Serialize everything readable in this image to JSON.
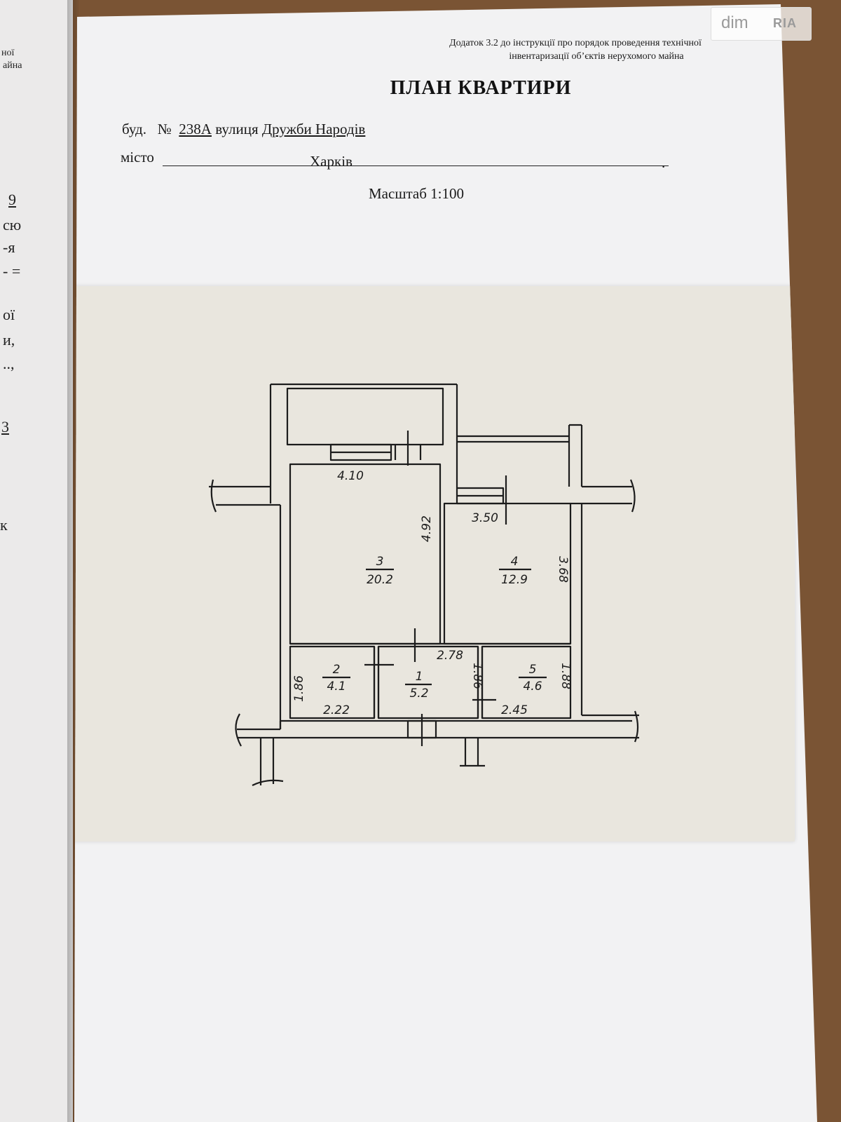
{
  "watermark": {
    "dim": "dim",
    "ria": "RIA"
  },
  "left_page": {
    "fragments": [
      "ної",
      "айна",
      "9",
      "сю",
      "-я",
      "- =",
      "ої",
      "и,",
      "..,",
      "3",
      "к"
    ]
  },
  "document": {
    "annex_line1": "Додаток 3.2 до інструкції про порядок проведення технічної",
    "annex_line2": "інвентаризації об’єктів нерухомого майна",
    "title": "ПЛАН КВАРТИРИ",
    "building_label": "буд.",
    "number_sign": "№",
    "building_number": "238А",
    "street_label": "вулиця",
    "street_name": "Дружби Народів",
    "city_label": "місто",
    "city_name": "Харків",
    "city_end": ".",
    "scale": "Масштаб 1:100"
  },
  "floor_plan": {
    "rooms": [
      {
        "number": "3",
        "area": "20.2"
      },
      {
        "number": "4",
        "area": "12.9"
      },
      {
        "number": "2",
        "area": "4.1"
      },
      {
        "number": "1",
        "area": "5.2"
      },
      {
        "number": "5",
        "area": "4.6"
      }
    ],
    "dimensions": {
      "room3_width": "4.10",
      "room3_depth": "4.92",
      "room4_width": "3.50",
      "room4_depth": "3.68",
      "hall_width": "2.78",
      "room2_depth": "1.86",
      "room2_width": "2.22",
      "hall_depth": "1.86",
      "room5_depth": "1.88",
      "room5_width": "2.45"
    }
  }
}
